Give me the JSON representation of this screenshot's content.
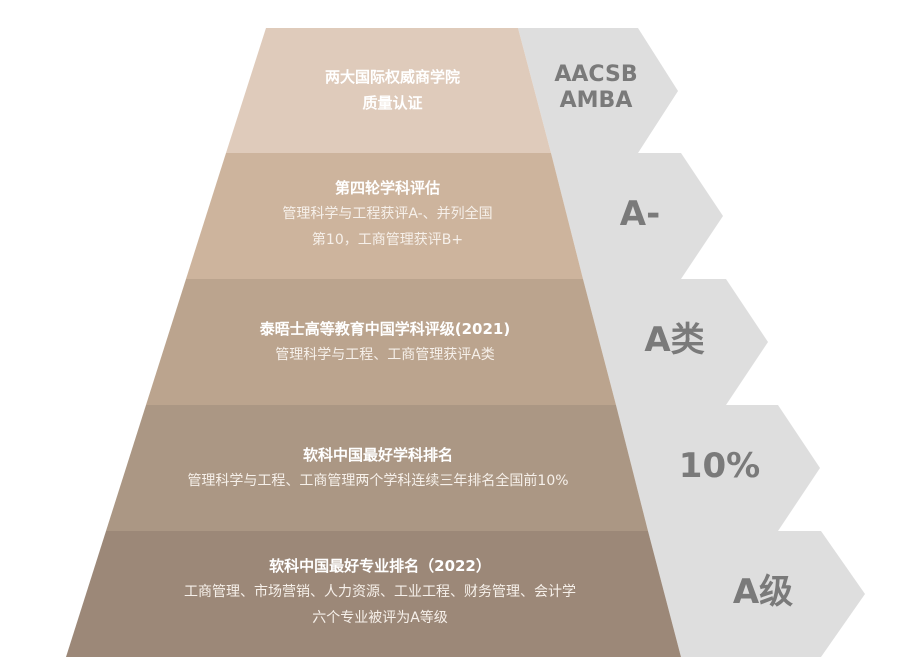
{
  "tiers": [
    {
      "title": "两大国际权威商学院",
      "lines": [
        "质量认证"
      ],
      "badge": [
        "AACSB",
        "AMBA"
      ],
      "color": "#dfcbbb"
    },
    {
      "title": "第四轮学科评估",
      "lines": [
        "管理科学与工程获评A-、并列全国",
        "第10，工商管理获评B+"
      ],
      "badge": [
        "A-"
      ],
      "color": "#cdb49d"
    },
    {
      "title": "泰晤士高等教育中国学科评级(2021)",
      "lines": [
        "管理科学与工程、工商管理获评A类"
      ],
      "badge": [
        "A类"
      ],
      "color": "#bba48e"
    },
    {
      "title": "软科中国最好学科排名",
      "lines": [
        "管理科学与工程、工商管理两个学科连续三年排名全国前10%"
      ],
      "badge": [
        "10%"
      ],
      "color": "#ab9784"
    },
    {
      "title": "软科中国最好专业排名（2022）",
      "lines": [
        "工商管理、市场营销、人力资源、工业工程、财务管理、会计学",
        "六个专业被评为A等级"
      ],
      "badge": [
        "A级"
      ],
      "color": "#9c8878"
    }
  ],
  "badge_color": "#dedede",
  "badge_text_color": "#7a7a7a"
}
